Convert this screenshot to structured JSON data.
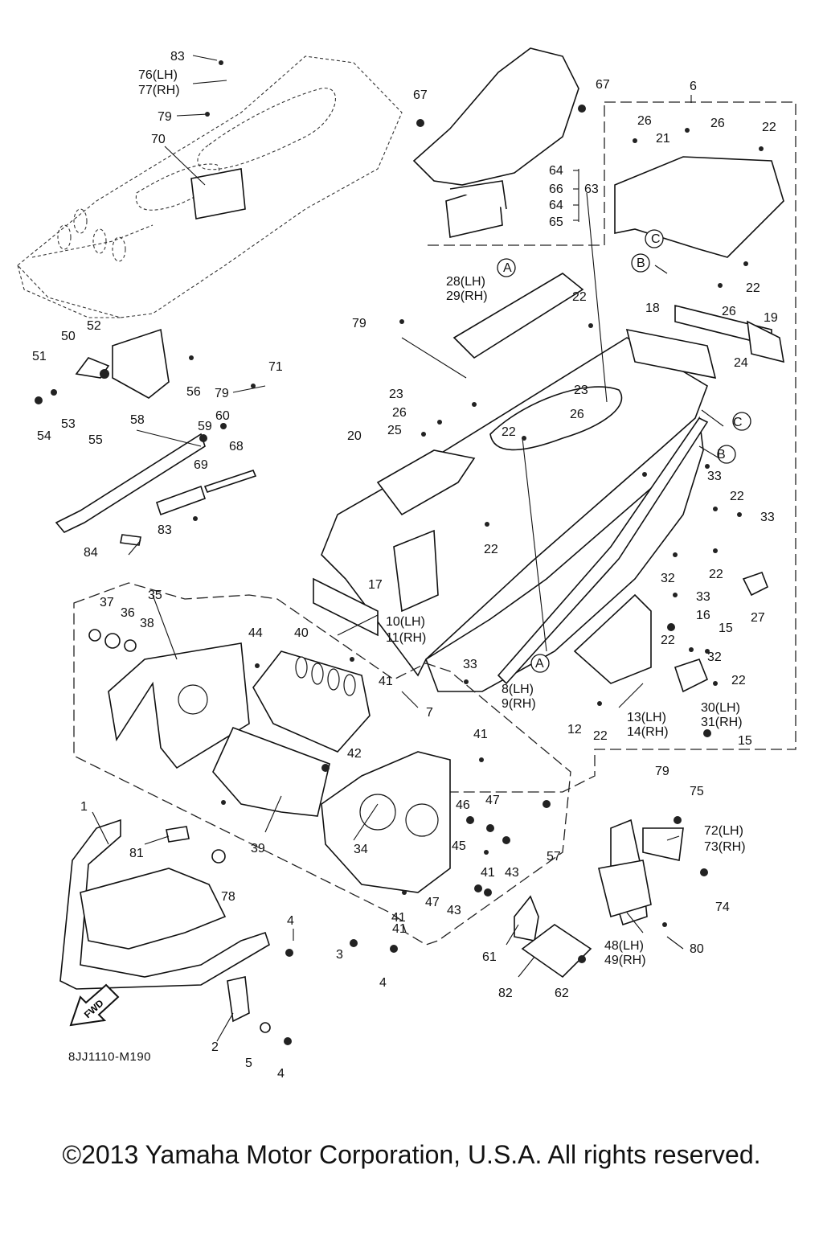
{
  "diagram": {
    "drawing_code": "8JJ1110-M190",
    "fwd_label": "FWD",
    "copyright": "©2013 Yamaha Motor Corporation, U.S.A. All rights reserved.",
    "callouts": [
      "83",
      "76(LH)",
      "77(RH)",
      "79",
      "70",
      "67",
      "67",
      "6",
      "64",
      "66",
      "63",
      "64",
      "65",
      "26",
      "26",
      "22",
      "21",
      "C",
      "B",
      "22",
      "26",
      "19",
      "24",
      "18",
      "A",
      "28(LH)",
      "29(RH)",
      "22",
      "79",
      "52",
      "50",
      "51",
      "53",
      "54",
      "55",
      "56",
      "79",
      "71",
      "23",
      "23",
      "26",
      "26",
      "25",
      "22",
      "20",
      "58",
      "59",
      "60",
      "68",
      "69",
      "83",
      "84",
      "C",
      "B",
      "33",
      "22",
      "33",
      "22",
      "32",
      "33",
      "16",
      "15",
      "27",
      "22",
      "32",
      "22",
      "30(LH)",
      "31(RH)",
      "15",
      "17",
      "10(LH)",
      "11(RH)",
      "22",
      "33",
      "A",
      "8(LH)",
      "9(RH)",
      "12",
      "22",
      "13(LH)",
      "14(RH)",
      "37",
      "36",
      "35",
      "38",
      "44",
      "40",
      "41",
      "41",
      "7",
      "42",
      "46",
      "47",
      "41",
      "43",
      "57",
      "79",
      "75",
      "72(LH)",
      "73(RH)",
      "74",
      "1",
      "81",
      "39",
      "34",
      "45",
      "41",
      "47",
      "43",
      "41",
      "61",
      "80",
      "48(LH)",
      "49(RH)",
      "78",
      "4",
      "3",
      "4",
      "82",
      "62",
      "2",
      "5",
      "4"
    ]
  }
}
